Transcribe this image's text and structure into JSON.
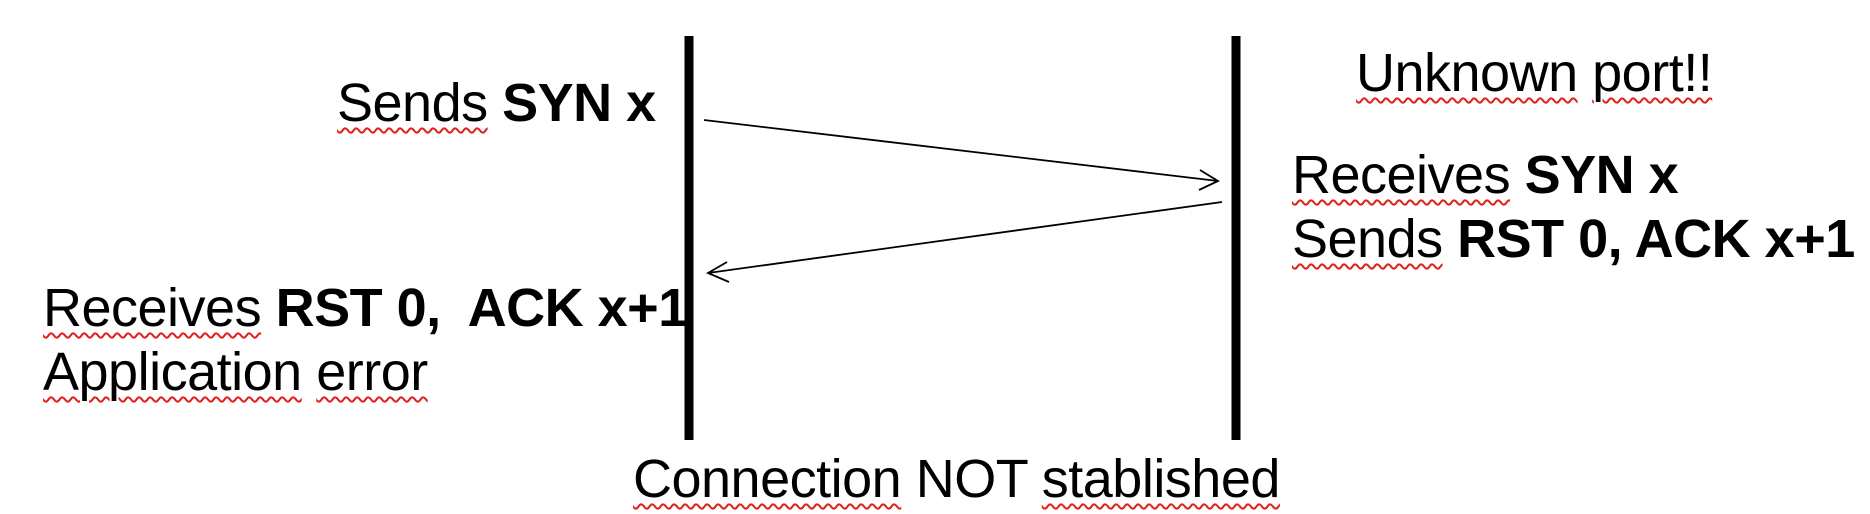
{
  "diagram": {
    "header_right": {
      "parts": [
        "Unknown",
        " ",
        "port!!"
      ]
    },
    "client": {
      "send_prefix": "Sends",
      "send_msg": "SYN x",
      "recv_prefix": "Receives",
      "recv_msg": "RST 0,  ACK x+1",
      "error": {
        "word1": "Application",
        "word2": "error"
      }
    },
    "server": {
      "recv_prefix": "Receives",
      "recv_msg": "SYN x",
      "send_prefix": "Sends",
      "send_msg": "RST 0, ACK x+1"
    },
    "footer": {
      "parts": [
        "Connection",
        "NOT",
        "stablished"
      ]
    }
  },
  "colors": {
    "lines": "#000000",
    "spellcheck": "#e0201a"
  }
}
